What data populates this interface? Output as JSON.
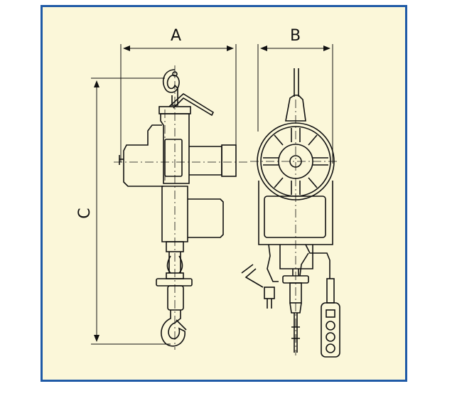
{
  "diagram": {
    "dimension_labels": {
      "a": "A",
      "b": "B",
      "c": "C"
    },
    "colors": {
      "border": "#1f5aa6",
      "background": "#fbf7d9",
      "line": "#111111"
    }
  }
}
